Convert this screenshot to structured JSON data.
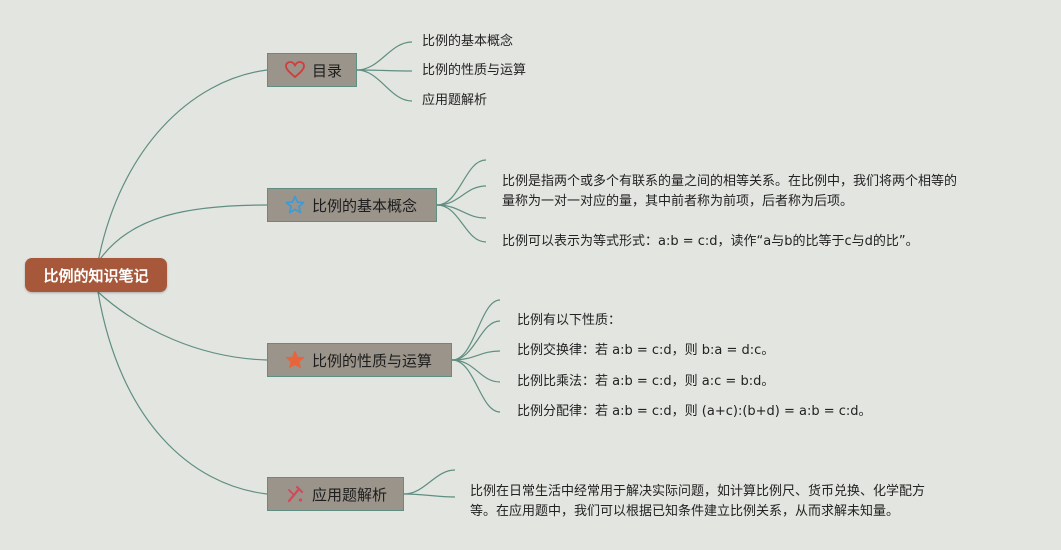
{
  "root": {
    "label": "比例的知识笔记"
  },
  "branches": [
    {
      "label": "目录",
      "icon": "heart-icon",
      "leaves": [
        "比例的基本概念",
        "比例的性质与运算",
        "应用题解析"
      ]
    },
    {
      "label": "比例的基本概念",
      "icon": "star-outline-icon",
      "leaves": [
        "比例是指两个或多个有联系的量之间的相等关系。在比例中，我们将两个相等的",
        "量称为一对一对应的量，其中前者称为前项，后者称为后项。",
        "比例可以表示为等式形式：a:b = c:d，读作“a与b的比等于c与d的比”。"
      ]
    },
    {
      "label": "比例的性质与运算",
      "icon": "star-filled-icon",
      "leaves": [
        "比例有以下性质：",
        "比例交换律：若 a:b = c:d，则 b:a = d:c。",
        "比例比乘法：若 a:b = c:d，则 a:c = b:d。",
        "比例分配律：若 a:b = c:d，则 (a+c):(b+d) = a:b = c:d。"
      ]
    },
    {
      "label": "应用题解析",
      "icon": "tools-icon",
      "leaves": [
        "比例在日常生活中经常用于解决实际问题，如计算比例尺、货币兑换、化学配方",
        "等。在应用题中，我们可以根据已知条件建立比例关系，从而求解未知量。"
      ]
    }
  ],
  "colors": {
    "background": "#e3e5e1",
    "root": "#a8583a",
    "branch_fill": "#9a948a",
    "connector": "#5f8f82",
    "heart": "#d23c3c",
    "star_outline": "#3a9bd8",
    "star_filled": "#e8643a",
    "tools": "#d24a5a"
  }
}
